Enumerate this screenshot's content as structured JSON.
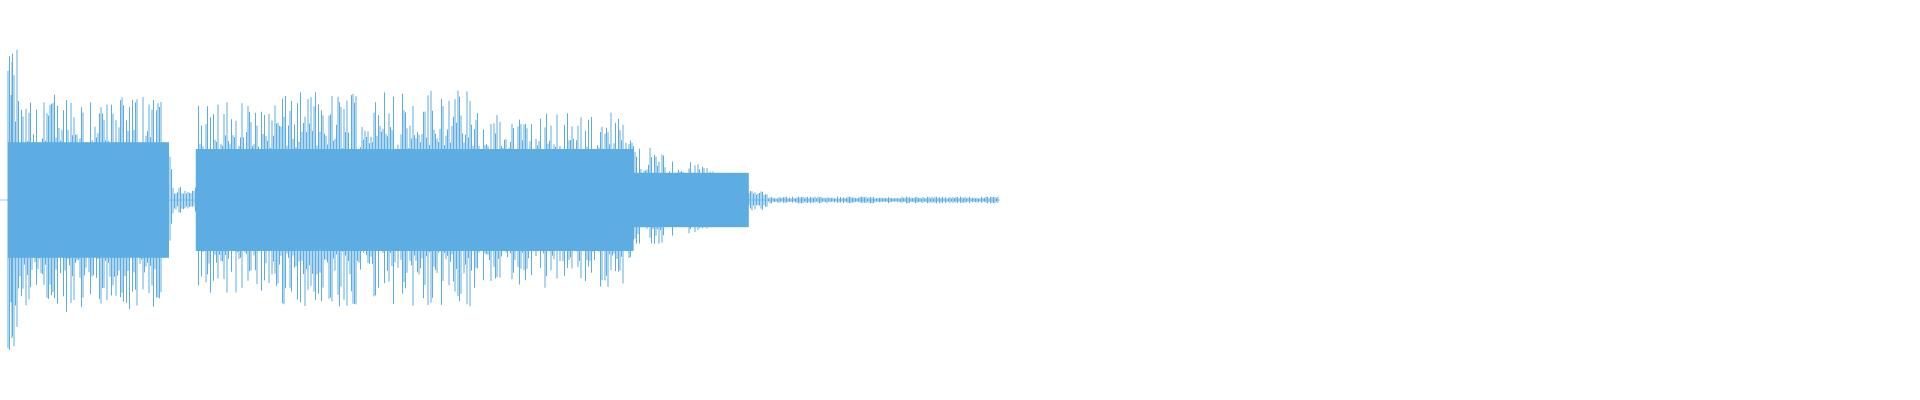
{
  "waveform": {
    "color": "#5dade2",
    "background": "#ffffff",
    "audio_region_fraction": 0.52,
    "segments": [
      {
        "start": 0.0,
        "end": 0.004,
        "amp_hi": 0.1,
        "amp_lo": 0.1
      },
      {
        "start": 0.004,
        "end": 0.01,
        "amp_hi": 0.92,
        "amp_lo": 0.96
      },
      {
        "start": 0.01,
        "end": 0.085,
        "amp_hi": 0.62,
        "amp_lo": 0.66
      },
      {
        "start": 0.085,
        "end": 0.09,
        "amp_hi": 0.28,
        "amp_lo": 0.26
      },
      {
        "start": 0.09,
        "end": 0.102,
        "amp_hi": 0.08,
        "amp_lo": 0.08
      },
      {
        "start": 0.102,
        "end": 0.145,
        "amp_hi": 0.58,
        "amp_lo": 0.55
      },
      {
        "start": 0.145,
        "end": 0.245,
        "amp_hi": 0.65,
        "amp_lo": 0.63
      },
      {
        "start": 0.245,
        "end": 0.33,
        "amp_hi": 0.52,
        "amp_lo": 0.52
      },
      {
        "start": 0.33,
        "end": 0.39,
        "amp_hi": 0.34,
        "amp_lo": 0.3
      },
      {
        "start": 0.39,
        "end": 0.4,
        "amp_hi": 0.06,
        "amp_lo": 0.06
      },
      {
        "start": 0.4,
        "end": 0.52,
        "amp_hi": 0.02,
        "amp_lo": 0.02
      }
    ]
  }
}
